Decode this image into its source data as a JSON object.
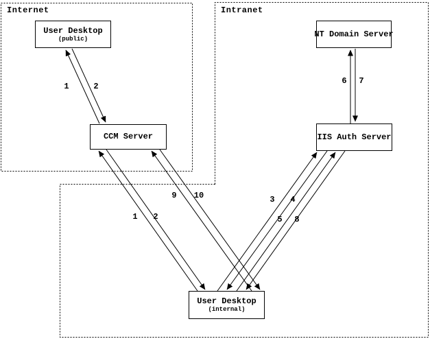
{
  "zones": {
    "internet": {
      "label": "Internet"
    },
    "intranet": {
      "label": "Intranet"
    }
  },
  "nodes": {
    "public_desktop": {
      "title": "User Desktop",
      "subtitle": "(public)"
    },
    "ccm": {
      "title": "CCM Server"
    },
    "nt": {
      "title": "NT Domain Server"
    },
    "iis": {
      "title": "IIS Auth Server"
    },
    "internal_desktop": {
      "title": "User Desktop",
      "subtitle": "(internal)"
    }
  },
  "edge_labels": {
    "public_ccm": {
      "request": "1",
      "response": "2"
    },
    "internal_ccm_a": {
      "request": "1",
      "response": "2"
    },
    "internal_ccm_b": {
      "request": "9",
      "response": "10"
    },
    "internal_iis_a": {
      "request": "3",
      "response": "4"
    },
    "internal_iis_b": {
      "request": "5",
      "response": "8"
    },
    "iis_nt": {
      "request": "6",
      "response": "7"
    }
  },
  "colors": {
    "line": "#000000",
    "background": "#ffffff"
  }
}
